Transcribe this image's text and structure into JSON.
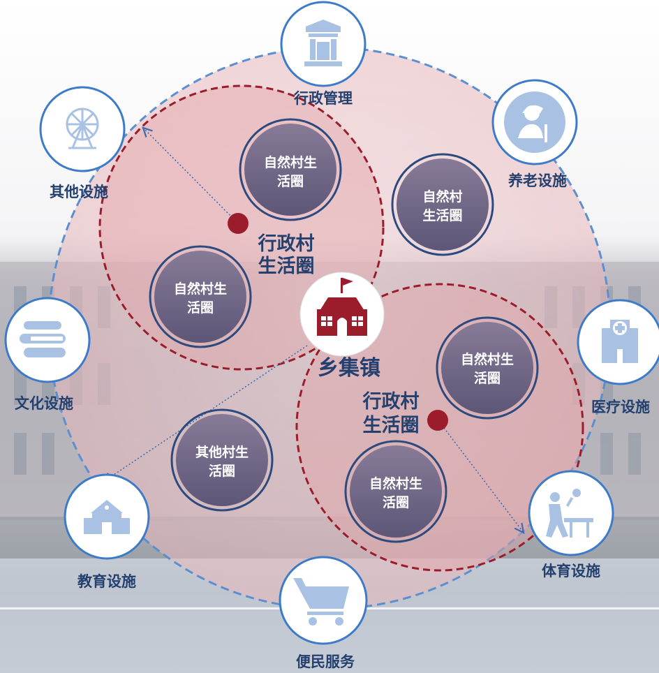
{
  "center": {
    "label": "乡集镇"
  },
  "facilities": [
    {
      "label": "行政管理",
      "icon": "government-building-icon"
    },
    {
      "label": "养老设施",
      "icon": "elderly-person-icon"
    },
    {
      "label": "医疗设施",
      "icon": "hospital-icon"
    },
    {
      "label": "体育设施",
      "icon": "table-tennis-icon"
    },
    {
      "label": "便民服务",
      "icon": "shopping-cart-icon"
    },
    {
      "label": "教育设施",
      "icon": "school-icon"
    },
    {
      "label": "文化设施",
      "icon": "books-icon"
    },
    {
      "label": "其他设施",
      "icon": "ferris-wheel-icon"
    }
  ],
  "admin_villages": [
    {
      "line1": "行政村",
      "line2": "生活圈"
    },
    {
      "line1": "行政村",
      "line2": "生活圈"
    }
  ],
  "natural_villages": [
    {
      "line1": "自然村生",
      "line2": "活圈"
    },
    {
      "line1": "自然村",
      "line2": "生活圈"
    },
    {
      "line1": "自然村生",
      "line2": "活圈"
    },
    {
      "line1": "自然村生",
      "line2": "活圈"
    },
    {
      "line1": "自然村生",
      "line2": "活圈"
    },
    {
      "line1": "其他村生",
      "line2": "活圈"
    }
  ],
  "colors": {
    "dark_red": "#9b1c2a",
    "label_blue": "#24406e",
    "dash_blue": "#5b8fcf",
    "icon_blue": "#a9c2e4",
    "village_fill": "#6e6483",
    "village_ring": "#2c4a7e"
  }
}
